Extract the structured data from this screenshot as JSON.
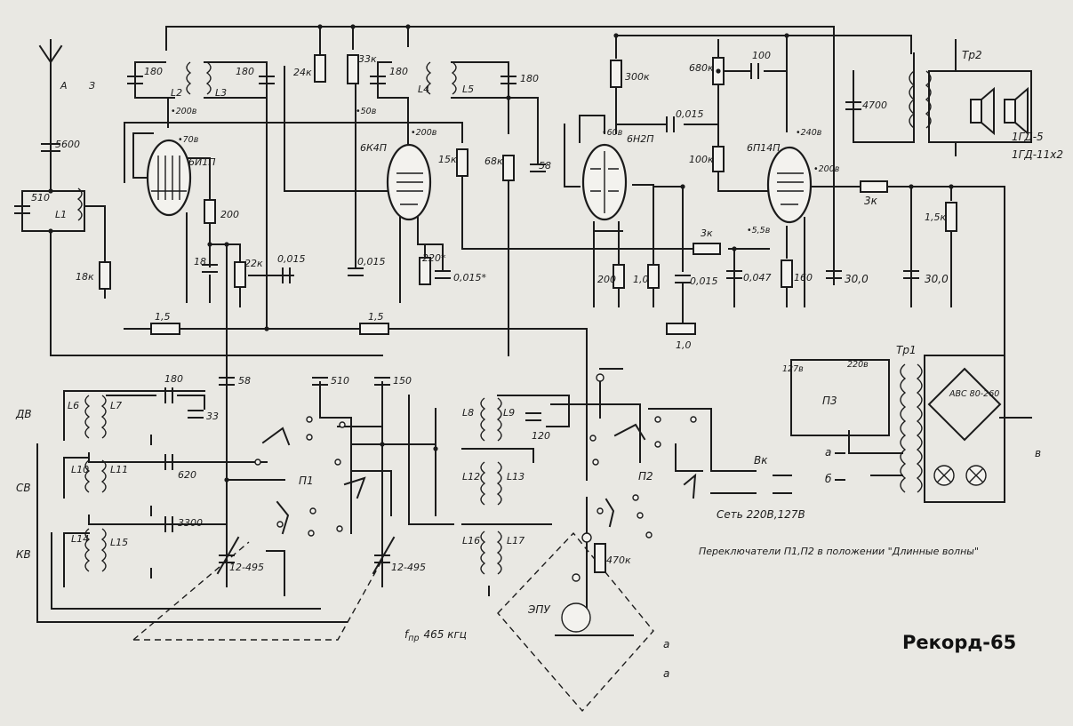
{
  "title": "Рекорд-65",
  "note": "Переключатели П1,П2 в положении \"Длинные волны\"",
  "mains": "Сеть 220В,127В",
  "if_freq": "465 кгц",
  "if_prefix": "f",
  "if_sub": "пр",
  "tubes": [
    {
      "id": "v1",
      "type": "6И1П",
      "volt_a": "•200в",
      "volt_b": "•70в"
    },
    {
      "id": "v2",
      "type": "6К4П",
      "volt_a": "•200в",
      "volt_b": "•50в"
    },
    {
      "id": "v3",
      "type": "6Н2П",
      "volt_a": "•60в",
      "volt_b": ""
    },
    {
      "id": "v4",
      "type": "6П14П",
      "volt_a": "•240в",
      "volt_b": "•200в",
      "volt_c": "•5,5в"
    }
  ],
  "band_labels": [
    "ДВ",
    "СВ",
    "КВ"
  ],
  "coils": [
    "L1",
    "L2",
    "L3",
    "L4",
    "L5",
    "L6",
    "L7",
    "L8",
    "L9",
    "L10",
    "L11",
    "L12",
    "L13",
    "L14",
    "L15",
    "L16",
    "L17"
  ],
  "components": {
    "antenna": "А",
    "ground": "З",
    "c_ant": "5600",
    "c_510": "510",
    "r_18k": "18к",
    "c_180a": "180",
    "c_180b": "180",
    "c_180c": "180",
    "c_180d": "180",
    "r_24k": "24к",
    "r_33k": "33к",
    "r_300k": "300к",
    "r_680k": "680к",
    "c_100": "100",
    "c_0015a": "0,015",
    "r_100k": "100к",
    "r_15k": "15к",
    "r_68k": "68к",
    "c_58a": "58",
    "c_4700": "4700",
    "r_200a": "200",
    "c_18": "18",
    "r_22k": "22к",
    "c_0015b": "0,015",
    "c_0015c": "0,015",
    "r_220": "220*",
    "c_0015d": "0,015*",
    "r_200b": "200",
    "r_1": "1,0",
    "c_0015e": "0,015",
    "r_3k_a": "3к",
    "c_0047": "0,047",
    "r_160": "160",
    "c_300": "30,0",
    "c_300b": "30,0",
    "r_3k_b": "3к",
    "r_15k_b": "1,5к",
    "r_15a": "1,5",
    "r_15b": "1,5",
    "pot_1": "1,0",
    "c_58b": "58",
    "c_510b": "510",
    "c_150": "150",
    "c_180e": "180",
    "c_33": "33",
    "c_620": "620",
    "c_3300": "3300",
    "c_var1": "12-495",
    "c_var2": "12-495",
    "c_120": "120",
    "r_470k": "470к",
    "p1": "П1",
    "p2": "П2",
    "p3": "П3",
    "epu": "ЭПУ",
    "vk": "Вк",
    "tr1": "Тр1",
    "tr2": "Тр2",
    "tap_127": "127в",
    "tap_220": "220в",
    "bridge": "АВС 80-260",
    "speaker": "1ГД-5",
    "speaker2": "1ГД-11х2",
    "term_a": "а",
    "term_b": "б",
    "term_v": "в"
  }
}
